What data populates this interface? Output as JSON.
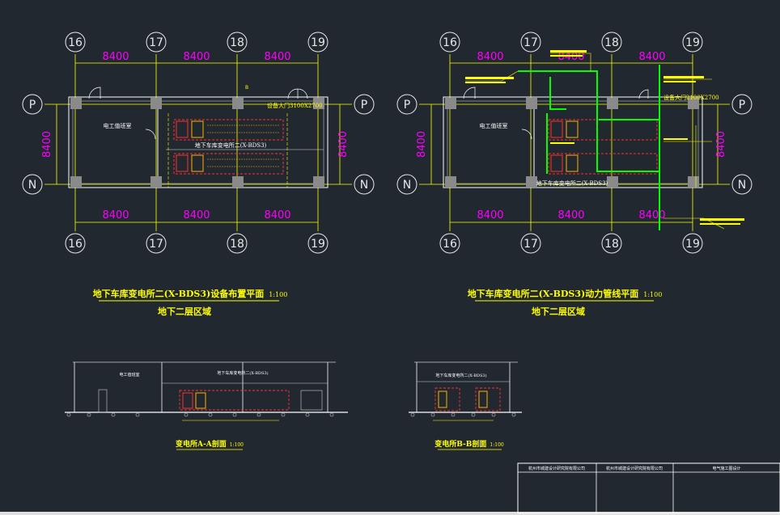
{
  "plans": {
    "left": {
      "title": "地下车库变电所二(X-BDS3)设备布置平面",
      "scale": "1:100",
      "subtitle": "地下二层区域",
      "room_label": "电工值班室",
      "room_name": "地下车库变电所二(X-BDS3)",
      "equip_note": "设备大门3100X2700",
      "bus_label": "B"
    },
    "right": {
      "title": "地下车库变电所二(X-BDS3)动力管线平面",
      "scale": "1:100",
      "subtitle": "地下二层区域",
      "room_label": "电工值班室",
      "room_name": "地下车库变电所二(X-BDS3)",
      "door_note": "设备大门2100X2700"
    }
  },
  "grid": {
    "top_axes": [
      "16",
      "17",
      "18",
      "19"
    ],
    "bottom_axes": [
      "16",
      "17",
      "18",
      "19"
    ],
    "row_axes": [
      "P",
      "N"
    ],
    "spans": [
      "8400",
      "8400",
      "8400"
    ],
    "vertical_span": "8400"
  },
  "sections": {
    "aa": {
      "title": "变电所A-A剖面",
      "scale": "1:100",
      "room_label": "电工值班室",
      "room_name": "地下车库变电所二(X-BDS3)"
    },
    "bb": {
      "title": "变电所B-B剖面",
      "scale": "1:100",
      "room_name": "地下车库变电所二(X-BDS3)"
    }
  },
  "title_block": {
    "cells": [
      "杭州市城建设计研究院有限公司",
      "杭州市城建设计研究院有限公司",
      "电气施工图设计"
    ]
  },
  "colors": {
    "background": "#212830",
    "axis": "#e8e8e8",
    "dimension": "#ffff00",
    "span_text": "#ff00ff",
    "wall": "#ffffff",
    "equipment": "#ff3030",
    "cable": "#00ff00"
  }
}
